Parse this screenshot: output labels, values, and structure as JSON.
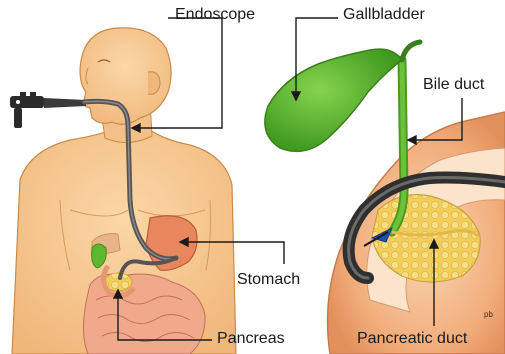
{
  "labels": {
    "endoscope": "Endoscope",
    "gallbladder": "Gallbladder",
    "bile_duct": "Bile duct",
    "stomach": "Stomach",
    "pancreas": "Pancreas",
    "pancreatic_duct": "Pancreatic duct",
    "credit": "pb"
  },
  "colors": {
    "skin": "#f6c790",
    "skin_shade": "#e8a96a",
    "outline": "#c98a4a",
    "gallbladder": "#5bb82e",
    "gallbladder_dark": "#3e8a1e",
    "duodenum": "#f4b183",
    "duodenum_inner": "#f7cda6",
    "pancreas": "#f5d36b",
    "stomach": "#e8875e",
    "endoscope": "#4a4a4a",
    "leader_line": "#1a1a1a",
    "dye": "#1f4fb5"
  }
}
